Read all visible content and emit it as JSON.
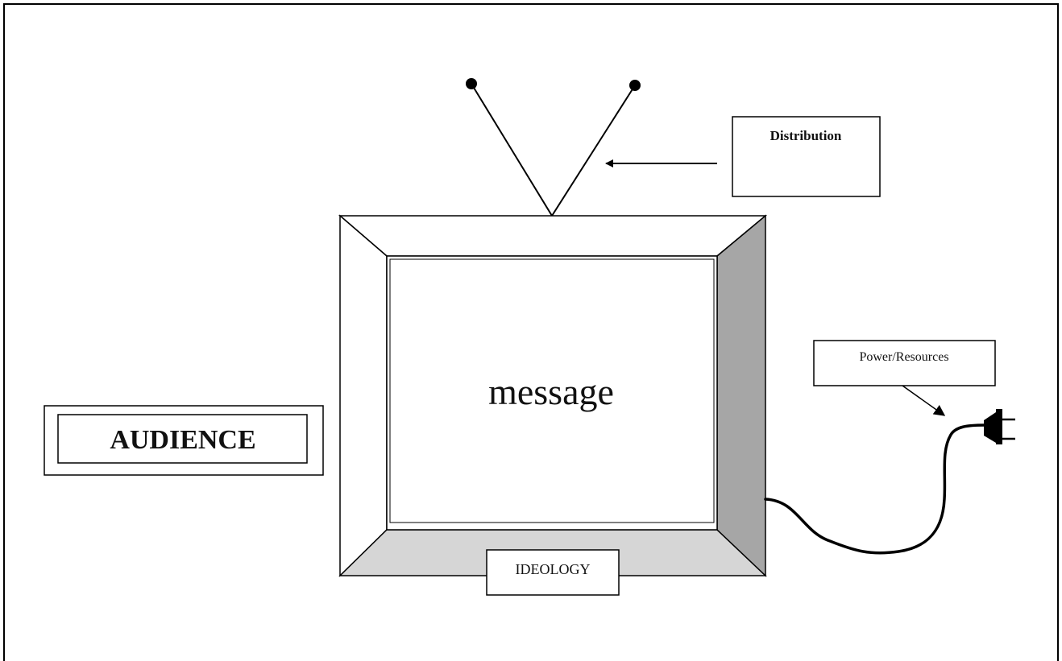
{
  "labels": {
    "distribution": "Distribution",
    "message": "message",
    "power": "Power/Resources",
    "audience": "AUDIENCE",
    "ideology": "IDEOLOGY"
  },
  "colors": {
    "stroke": "#000000",
    "background": "#ffffff",
    "bezel_top": "#ffffff",
    "bezel_left": "#ffffff",
    "bezel_bottom": "#d6d6d6",
    "bezel_right": "#a6a6a6",
    "screen": "#ffffff"
  },
  "icons": {
    "antenna": "tv-antenna-icon",
    "plug": "power-plug-icon",
    "cord": "power-cord-icon"
  }
}
